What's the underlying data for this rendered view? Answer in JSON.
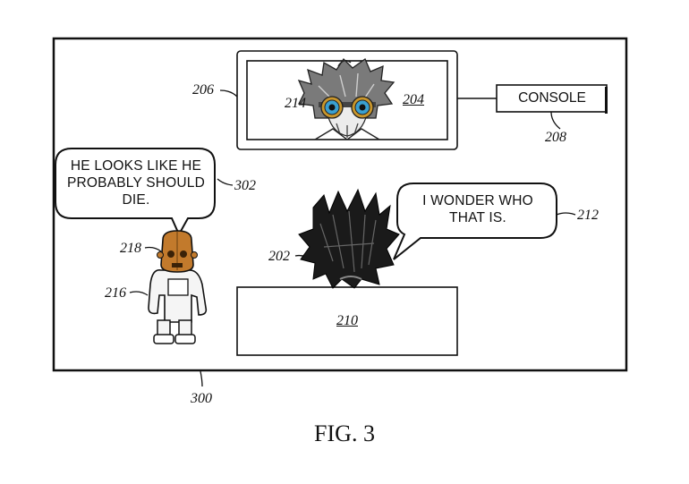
{
  "figure": {
    "caption": "FIG. 3",
    "ref_300": "300"
  },
  "screen": {
    "ref": "204",
    "frame_ref": "206",
    "avatar_ref": "214"
  },
  "console": {
    "label": "CONSOLE",
    "ref": "208"
  },
  "desk": {
    "ref": "210"
  },
  "player": {
    "ref": "202",
    "bubble_ref": "212",
    "bubble_lines": [
      "I WONDER WHO",
      "THAT IS."
    ]
  },
  "robot": {
    "ref_body": "216",
    "ref_head": "218",
    "bubble_ref": "302",
    "bubble_lines": [
      "HE LOOKS LIKE HE",
      "PROBABLY SHOULD",
      "DIE."
    ]
  },
  "colors": {
    "line": "#111111",
    "robot_head": "#c27a2c",
    "goggle_lens": "#3aa0d0",
    "goggle_rim": "#c9962b",
    "hair_gray": "#777777"
  }
}
